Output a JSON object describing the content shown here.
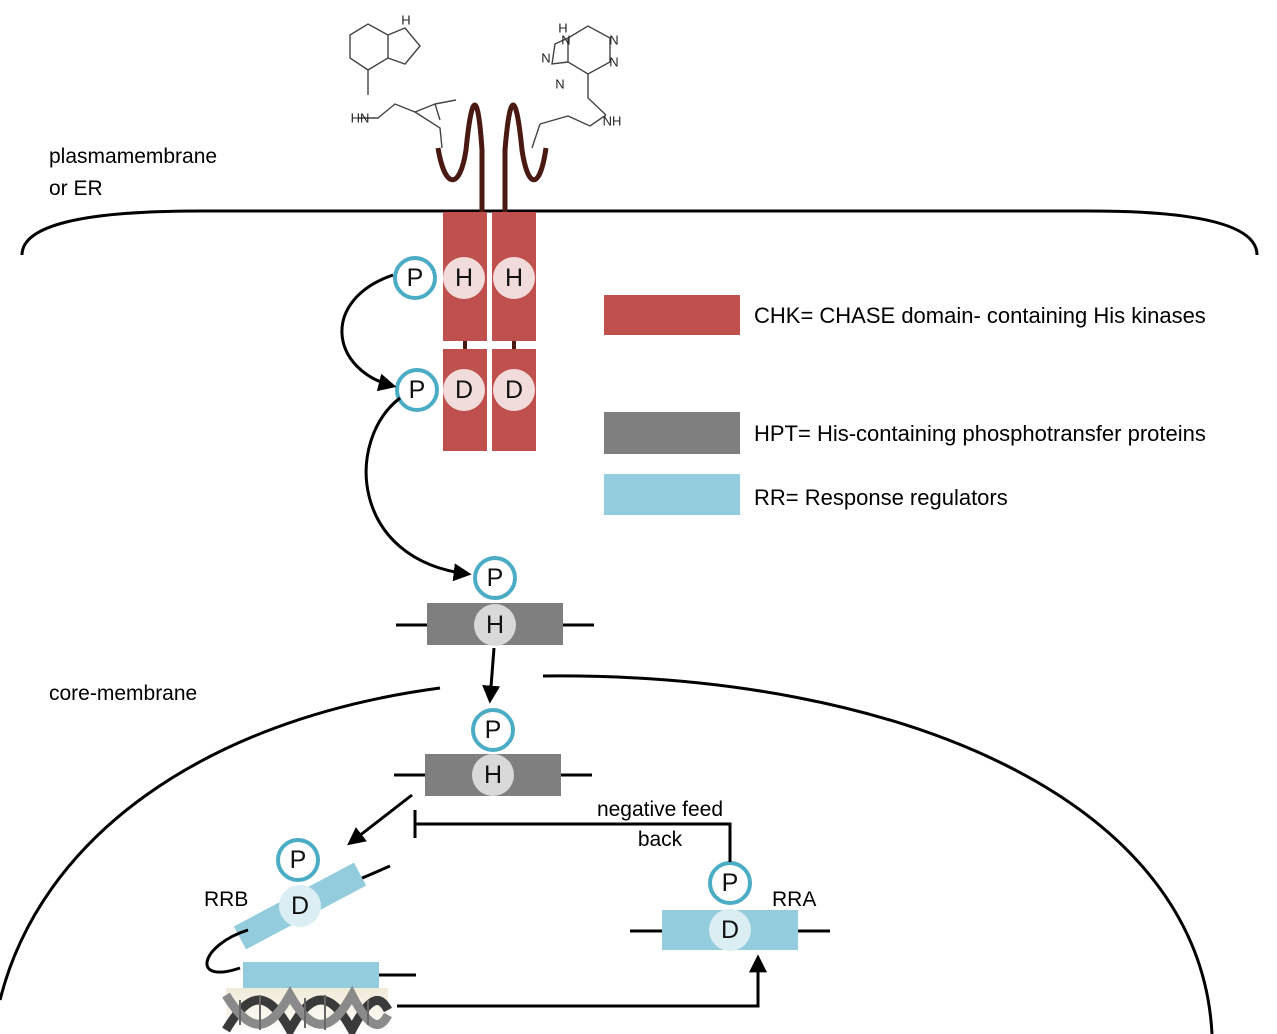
{
  "labels": {
    "plasma_line1": "plasmamembrane",
    "plasma_line2": "or ER",
    "core_membrane": "core-membrane",
    "negative_line1": "negative feed",
    "negative_line2": "back",
    "rrb": "RRB",
    "rra": "RRA"
  },
  "legend": {
    "chk": {
      "text": "CHK= CHASE domain- containing His kinases",
      "color": "#c0504d"
    },
    "hpt": {
      "text": "HPT= His-containing phosphotransfer proteins",
      "color": "#7f7f7f"
    },
    "rr": {
      "text": "RR= Response regulators",
      "color": "#93cddd"
    }
  },
  "residues": {
    "phosphate": "P",
    "histidine": "H",
    "aspartate": "D"
  },
  "chemistry": {
    "n": "N",
    "nh": "NH",
    "hn": "HN",
    "h": "H"
  },
  "colors": {
    "chk": "#c0504d",
    "hpt": "#7f7f7f",
    "rr": "#93cddd",
    "phospho_ring": "#4bacc6",
    "residue_fill_chk": "#f2dcdb",
    "residue_fill_hpt": "#d9d9d9",
    "residue_fill_rr": "#dbeef4",
    "receptor_loop": "#4a1a12"
  }
}
